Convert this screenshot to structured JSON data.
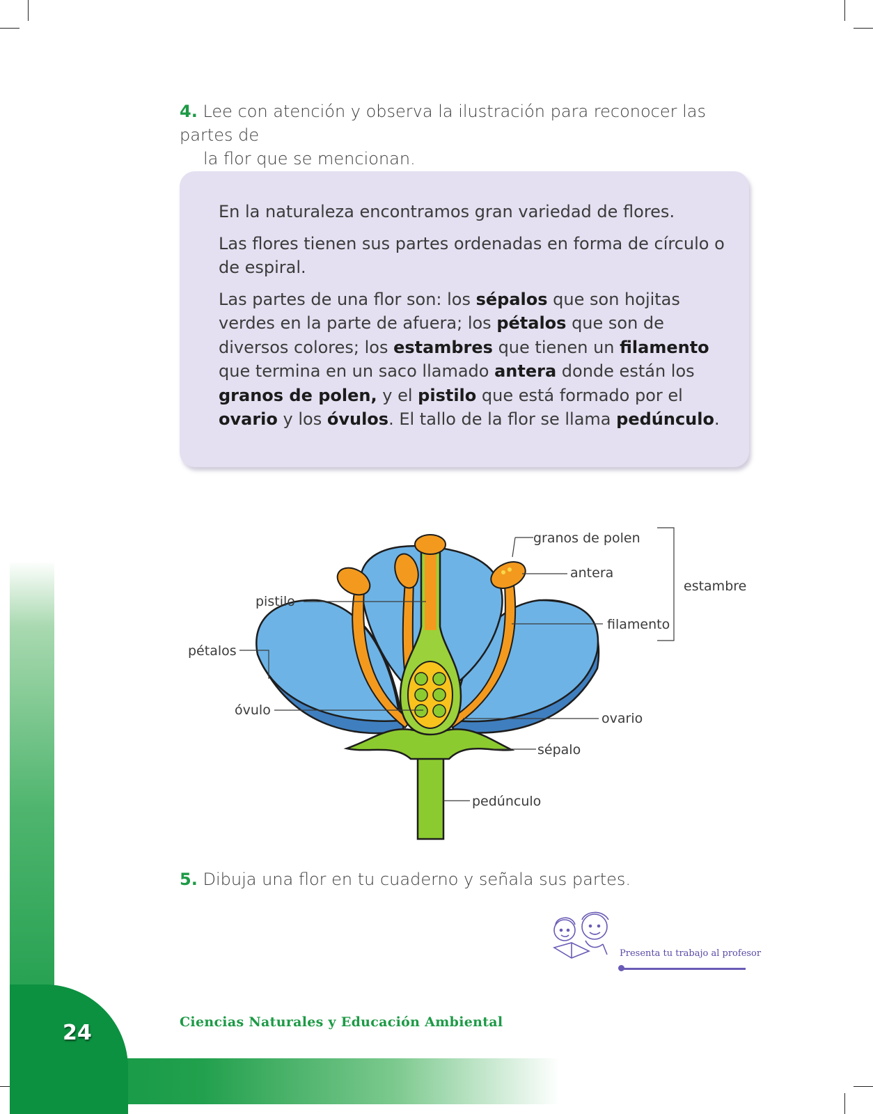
{
  "question4": {
    "number": "4.",
    "line1": "Lee con atención y observa la ilustración para reconocer las partes de",
    "line2": "la flor que se mencionan."
  },
  "info_box": {
    "p1": "En la naturaleza encontramos gran variedad de flores.",
    "p2": "Las flores tienen sus partes ordenadas en forma de círculo o de espiral.",
    "p3": [
      {
        "t": "Las partes de una flor son: los "
      },
      {
        "t": "sépalos",
        "b": true
      },
      {
        "t": " que son hojitas verdes en la parte de afuera; los "
      },
      {
        "t": "pétalos",
        "b": true
      },
      {
        "t": " que son de diversos colores; los "
      },
      {
        "t": "estambres",
        "b": true
      },
      {
        "t": " que tienen un "
      },
      {
        "t": "filamento",
        "b": true
      },
      {
        "t": " que termina en un saco llamado "
      },
      {
        "t": "antera",
        "b": true
      },
      {
        "t": " donde están los "
      },
      {
        "t": "granos de polen,",
        "b": true
      },
      {
        "t": " y el "
      },
      {
        "t": "pistilo",
        "b": true
      },
      {
        "t": " que está formado por  el "
      },
      {
        "t": "ovario",
        "b": true
      },
      {
        "t": " y los "
      },
      {
        "t": "óvulos",
        "b": true
      },
      {
        "t": ". El tallo de la flor se llama "
      },
      {
        "t": "pedúnculo",
        "b": true
      },
      {
        "t": "."
      }
    ]
  },
  "diagram": {
    "labels": {
      "granos": "granos de polen",
      "antera": "antera",
      "estambre": "estambre",
      "filamento": "filamento",
      "pistilo": "pistilo",
      "petalos": "pétalos",
      "ovulo": "óvulo",
      "ovario": "ovario",
      "sepalo": "sépalo",
      "pedunculo": "pedúnculo"
    },
    "colors": {
      "petal": "#6db3e6",
      "petal_dark": "#3f7fbf",
      "stamen": "#f39a1e",
      "stem": "#8ccb2f",
      "ovary": "#f7c31c"
    }
  },
  "question5": {
    "number": "5.",
    "text": "Dibuja una flor en tu cuaderno y señala sus partes."
  },
  "present_note": "Presenta tu trabajo al profesor",
  "footer": {
    "page_number": "24",
    "book_title": "Ciencias Naturales y Educación Ambiental"
  }
}
